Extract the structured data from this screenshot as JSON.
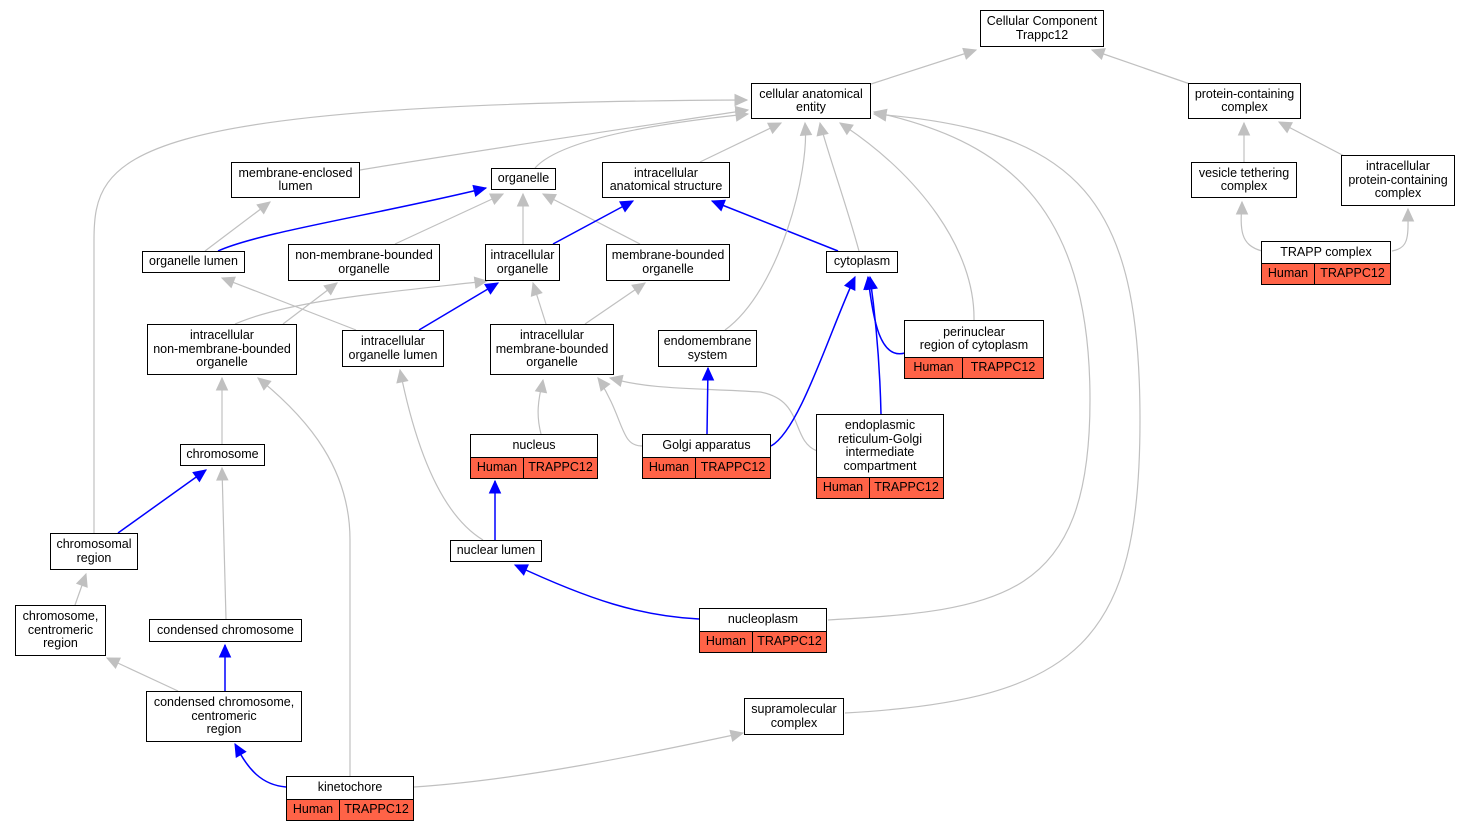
{
  "colors": {
    "grey_edge": "#c0c0c0",
    "blue_edge": "#0000ff",
    "annotation_fill": "#ff6347"
  },
  "nodes": {
    "cc": {
      "lines": [
        "Cellular Component",
        "Trappc12"
      ]
    },
    "cae": {
      "lines": [
        "cellular anatomical",
        "entity"
      ]
    },
    "pcc": {
      "lines": [
        "protein-containing",
        "complex"
      ]
    },
    "mel": {
      "lines": [
        "membrane-enclosed",
        "lumen"
      ]
    },
    "org": {
      "lines": [
        "organelle"
      ]
    },
    "ias": {
      "lines": [
        "intracellular",
        "anatomical structure"
      ]
    },
    "vtc": {
      "lines": [
        "vesicle tethering",
        "complex"
      ]
    },
    "ipcc": {
      "lines": [
        "intracellular",
        "protein-containing",
        "complex"
      ]
    },
    "orgl": {
      "lines": [
        "organelle lumen"
      ]
    },
    "nmbo": {
      "lines": [
        "non-membrane-bounded",
        "organelle"
      ]
    },
    "io": {
      "lines": [
        "intracellular",
        "organelle"
      ]
    },
    "mbo": {
      "lines": [
        "membrane-bounded",
        "organelle"
      ]
    },
    "cyto": {
      "lines": [
        "cytoplasm"
      ]
    },
    "inmbo": {
      "lines": [
        "intracellular",
        "non-membrane-bounded",
        "organelle"
      ]
    },
    "iol": {
      "lines": [
        "intracellular",
        "organelle lumen"
      ]
    },
    "imbo": {
      "lines": [
        "intracellular",
        "membrane-bounded",
        "organelle"
      ]
    },
    "ems": {
      "lines": [
        "endomembrane",
        "system"
      ]
    },
    "chrom": {
      "lines": [
        "chromosome"
      ]
    },
    "chrreg": {
      "lines": [
        "chromosomal",
        "region"
      ]
    },
    "nlum": {
      "lines": [
        "nuclear lumen"
      ]
    },
    "ccr": {
      "lines": [
        "chromosome,",
        "centromeric",
        "region"
      ]
    },
    "cchr": {
      "lines": [
        "condensed chromosome"
      ]
    },
    "ccrc": {
      "lines": [
        "condensed chromosome,",
        "centromeric",
        "region"
      ]
    },
    "smc": {
      "lines": [
        "supramolecular",
        "complex"
      ]
    }
  },
  "annotated_nodes": {
    "trapp": {
      "lines": [
        "TRAPP complex"
      ],
      "species": "Human",
      "gene": "TRAPPC12"
    },
    "prc": {
      "lines": [
        "perinuclear",
        "region of cytoplasm"
      ],
      "species": "Human",
      "gene": "TRAPPC12"
    },
    "nuc": {
      "lines": [
        "nucleus"
      ],
      "species": "Human",
      "gene": "TRAPPC12"
    },
    "golgi": {
      "lines": [
        "Golgi apparatus"
      ],
      "species": "Human",
      "gene": "TRAPPC12"
    },
    "ergic": {
      "lines": [
        "endoplasmic",
        "reticulum-Golgi",
        "intermediate",
        "compartment"
      ],
      "species": "Human",
      "gene": "TRAPPC12"
    },
    "nplasm": {
      "lines": [
        "nucleoplasm"
      ],
      "species": "Human",
      "gene": "TRAPPC12"
    },
    "kin": {
      "lines": [
        "kinetochore"
      ],
      "species": "Human",
      "gene": "TRAPPC12"
    }
  }
}
